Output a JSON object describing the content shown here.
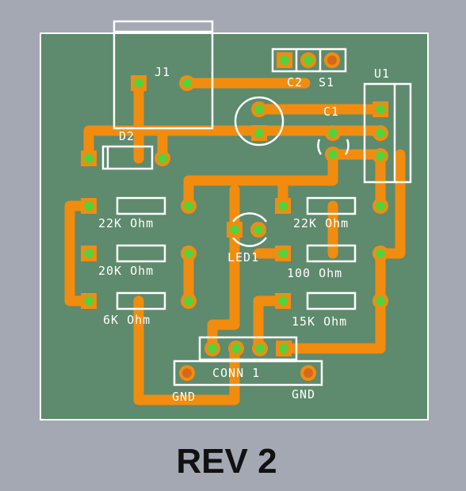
{
  "colors": {
    "background": "#a3a8b3",
    "board": "#5e8a6e",
    "board_outline": "#ffffff",
    "trace": "#f28c0f",
    "pad": "#f28c0f",
    "pad_center": "#56d13c",
    "pad_hole_orange": "#d2691e",
    "silkscreen": "#ffffff"
  },
  "labels": {
    "j1": "J1",
    "c2": "C2",
    "s1": "S1",
    "u1": "U1",
    "c1": "C1",
    "d2": "D2",
    "r1": "22K Ohm",
    "r2": "20K Ohm",
    "r3": "6K Ohm",
    "r4": "22K Ohm",
    "r5": "100 Ohm",
    "r6": "15K Ohm",
    "led1": "LED1",
    "conn1": "CONN 1",
    "gnd_left": "GND",
    "gnd_right": "GND"
  },
  "title": "REV 2"
}
